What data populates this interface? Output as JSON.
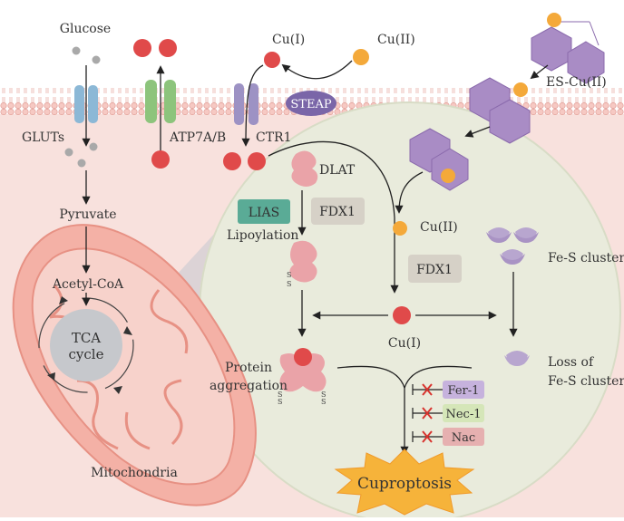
{
  "labels": {
    "glucose": "Glucose",
    "glut": "GLUTs",
    "atp7": "ATP7A/B",
    "ctr1": "CTR1",
    "cu1_top": "Cu(I)",
    "cu2_top": "Cu(II)",
    "steap": "STEAP",
    "es_cu": "ES-Cu(II)",
    "pyruvate": "Pyruvate",
    "acetyl": "Acetyl-CoA",
    "tca_line1": "TCA",
    "tca_line2": "cycle",
    "mito": "Mitochondria",
    "dlat": "DLAT",
    "lias": "LIAS",
    "fdx1_a": "FDX1",
    "lipoylation": "Lipoylation",
    "cu2_mid": "Cu(II)",
    "fdx1_b": "FDX1",
    "fes": "Fe-S cluster",
    "cu1_mid": "Cu(I)",
    "protein_line1": "Protein",
    "protein_line2": "aggregation",
    "loss_line1": "Loss of",
    "loss_line2": "Fe-S cluster",
    "fer1": "Fer-1",
    "nec1": "Nec-1",
    "nac": "Nac",
    "cuproptosis": "Cuproptosis"
  },
  "colors": {
    "membrane": "#f3c4bd",
    "cell_bg": "#f7ddd9",
    "zoom_circle": "#e8ead9",
    "copper_red": "#e04a4a",
    "copper_orange": "#f4a93a",
    "steap": "#7a66a8",
    "es_hex": "#a98cc5",
    "lias": "#5aab96",
    "fdx1": "#d6d1c7",
    "fer1": "#c6b2dd",
    "nec1": "#d5e6b8",
    "nac": "#e6b0b0",
    "inhibit_x": "#d8332e",
    "burst": "#f6b33a",
    "dlat_pink": "#eaa3a8",
    "fes_purple": "#b8a6cf",
    "mito_outer": "#f1a89f"
  }
}
